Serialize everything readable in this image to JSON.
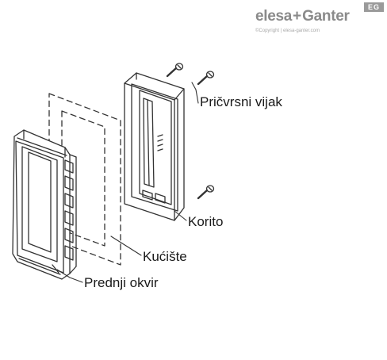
{
  "brand": {
    "elesa": "elesa",
    "plus": "+",
    "ganter": "Ganter",
    "badge": "EG",
    "copyright": "©Copyright | elesa-ganter.com"
  },
  "labels": {
    "screw": "Pričvrsni vijak",
    "tray": "Korito",
    "housing": "Kućište",
    "front_frame": "Prednji okvir"
  }
}
